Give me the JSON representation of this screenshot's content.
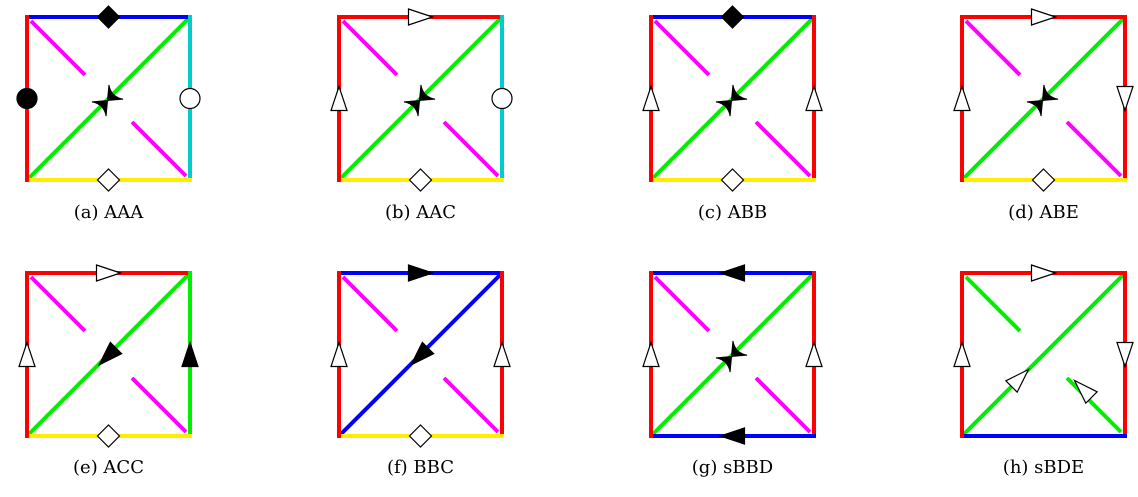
{
  "colors": {
    "red": "#ff0000",
    "blue": "#0000ff",
    "green": "#00ee00",
    "cyan": "#00cccc",
    "yellow": "#ffee00",
    "magenta": "#ff00ff",
    "black": "#000000",
    "white": "#ffffff"
  },
  "panels": [
    {
      "caption": "(a) AAA",
      "edges": {
        "top": "blue",
        "right": "cyan",
        "bottom": "yellow",
        "left": "red",
        "diag": "green"
      },
      "marks": [
        {
          "edge": "top",
          "shape": "diamond",
          "fill": "black"
        },
        {
          "edge": "left",
          "shape": "circle",
          "fill": "black"
        },
        {
          "edge": "right",
          "shape": "circle",
          "fill": "white"
        },
        {
          "edge": "bottom",
          "shape": "diamond",
          "fill": "white"
        },
        {
          "edge": "diag",
          "shape": "bowtie",
          "fill": "black"
        }
      ],
      "dashes": [
        {
          "corner": "tl",
          "color": "magenta"
        },
        {
          "corner": "br",
          "color": "magenta"
        }
      ]
    },
    {
      "caption": "(b) AAC",
      "edges": {
        "top": "red",
        "right": "cyan",
        "bottom": "yellow",
        "left": "red",
        "diag": "green"
      },
      "marks": [
        {
          "edge": "top",
          "shape": "arrow",
          "fill": "white",
          "dir": "right"
        },
        {
          "edge": "left",
          "shape": "arrow",
          "fill": "white",
          "dir": "up"
        },
        {
          "edge": "right",
          "shape": "circle",
          "fill": "white"
        },
        {
          "edge": "bottom",
          "shape": "diamond",
          "fill": "white"
        },
        {
          "edge": "diag",
          "shape": "bowtie",
          "fill": "black"
        }
      ],
      "dashes": [
        {
          "corner": "tl",
          "color": "magenta"
        },
        {
          "corner": "br",
          "color": "magenta"
        }
      ]
    },
    {
      "caption": "(c) ABB",
      "edges": {
        "top": "blue",
        "right": "red",
        "bottom": "yellow",
        "left": "red",
        "diag": "green"
      },
      "marks": [
        {
          "edge": "top",
          "shape": "diamond",
          "fill": "black"
        },
        {
          "edge": "left",
          "shape": "arrow",
          "fill": "white",
          "dir": "up"
        },
        {
          "edge": "right",
          "shape": "arrow",
          "fill": "white",
          "dir": "up"
        },
        {
          "edge": "bottom",
          "shape": "diamond",
          "fill": "white"
        },
        {
          "edge": "diag",
          "shape": "bowtie",
          "fill": "black"
        }
      ],
      "dashes": [
        {
          "corner": "tl",
          "color": "magenta"
        },
        {
          "corner": "br",
          "color": "magenta"
        }
      ]
    },
    {
      "caption": "(d) ABE",
      "edges": {
        "top": "red",
        "right": "red",
        "bottom": "yellow",
        "left": "red",
        "diag": "green"
      },
      "marks": [
        {
          "edge": "top",
          "shape": "arrow",
          "fill": "white",
          "dir": "right"
        },
        {
          "edge": "left",
          "shape": "arrow",
          "fill": "white",
          "dir": "up"
        },
        {
          "edge": "right",
          "shape": "arrow",
          "fill": "white",
          "dir": "down"
        },
        {
          "edge": "bottom",
          "shape": "diamond",
          "fill": "white"
        },
        {
          "edge": "diag",
          "shape": "bowtie",
          "fill": "black"
        }
      ],
      "dashes": [
        {
          "corner": "tl",
          "color": "magenta"
        },
        {
          "corner": "br",
          "color": "magenta"
        }
      ]
    },
    {
      "caption": "(e) ACC",
      "edges": {
        "top": "red",
        "right": "green",
        "bottom": "yellow",
        "left": "red",
        "diag": "green"
      },
      "marks": [
        {
          "edge": "top",
          "shape": "arrow",
          "fill": "white",
          "dir": "right"
        },
        {
          "edge": "left",
          "shape": "arrow",
          "fill": "white",
          "dir": "up"
        },
        {
          "edge": "right",
          "shape": "arrow",
          "fill": "black",
          "dir": "up"
        },
        {
          "edge": "bottom",
          "shape": "diamond",
          "fill": "white"
        },
        {
          "edge": "diag",
          "shape": "arrow",
          "fill": "black",
          "dir": "downleft"
        }
      ],
      "dashes": [
        {
          "corner": "tl",
          "color": "magenta"
        },
        {
          "corner": "br",
          "color": "magenta"
        }
      ]
    },
    {
      "caption": "(f) BBC",
      "edges": {
        "top": "blue",
        "right": "red",
        "bottom": "yellow",
        "left": "red",
        "diag": "blue"
      },
      "marks": [
        {
          "edge": "top",
          "shape": "arrow",
          "fill": "black",
          "dir": "right"
        },
        {
          "edge": "left",
          "shape": "arrow",
          "fill": "white",
          "dir": "up"
        },
        {
          "edge": "right",
          "shape": "arrow",
          "fill": "white",
          "dir": "up"
        },
        {
          "edge": "bottom",
          "shape": "diamond",
          "fill": "white"
        },
        {
          "edge": "diag",
          "shape": "arrow",
          "fill": "black",
          "dir": "downleft"
        }
      ],
      "dashes": [
        {
          "corner": "tl",
          "color": "magenta"
        },
        {
          "corner": "br",
          "color": "magenta"
        }
      ]
    },
    {
      "caption": "(g) sBBD",
      "edges": {
        "top": "blue",
        "right": "red",
        "bottom": "blue",
        "left": "red",
        "diag": "green"
      },
      "marks": [
        {
          "edge": "top",
          "shape": "arrow",
          "fill": "black",
          "dir": "left"
        },
        {
          "edge": "left",
          "shape": "arrow",
          "fill": "white",
          "dir": "up"
        },
        {
          "edge": "right",
          "shape": "arrow",
          "fill": "white",
          "dir": "up"
        },
        {
          "edge": "bottom",
          "shape": "arrow",
          "fill": "black",
          "dir": "left"
        },
        {
          "edge": "diag",
          "shape": "bowtie",
          "fill": "black"
        }
      ],
      "dashes": [
        {
          "corner": "tl",
          "color": "magenta"
        },
        {
          "corner": "br",
          "color": "magenta"
        }
      ]
    },
    {
      "caption": "(h) sBDE",
      "edges": {
        "top": "red",
        "right": "red",
        "bottom": "blue",
        "left": "red",
        "diag": "green"
      },
      "marks": [
        {
          "edge": "top",
          "shape": "arrow",
          "fill": "white",
          "dir": "right"
        },
        {
          "edge": "left",
          "shape": "arrow",
          "fill": "white",
          "dir": "up"
        },
        {
          "edge": "right",
          "shape": "arrow",
          "fill": "white",
          "dir": "down"
        },
        {
          "edge": "diag",
          "shape": "arrow",
          "fill": "white",
          "dir": "upright",
          "pos": "low"
        },
        {
          "edge": "dash",
          "shape": "arrow",
          "fill": "white",
          "dir": "upleft"
        }
      ],
      "dashes": [
        {
          "corner": "tl",
          "color": "green"
        },
        {
          "corner": "br",
          "color": "green"
        }
      ]
    }
  ]
}
